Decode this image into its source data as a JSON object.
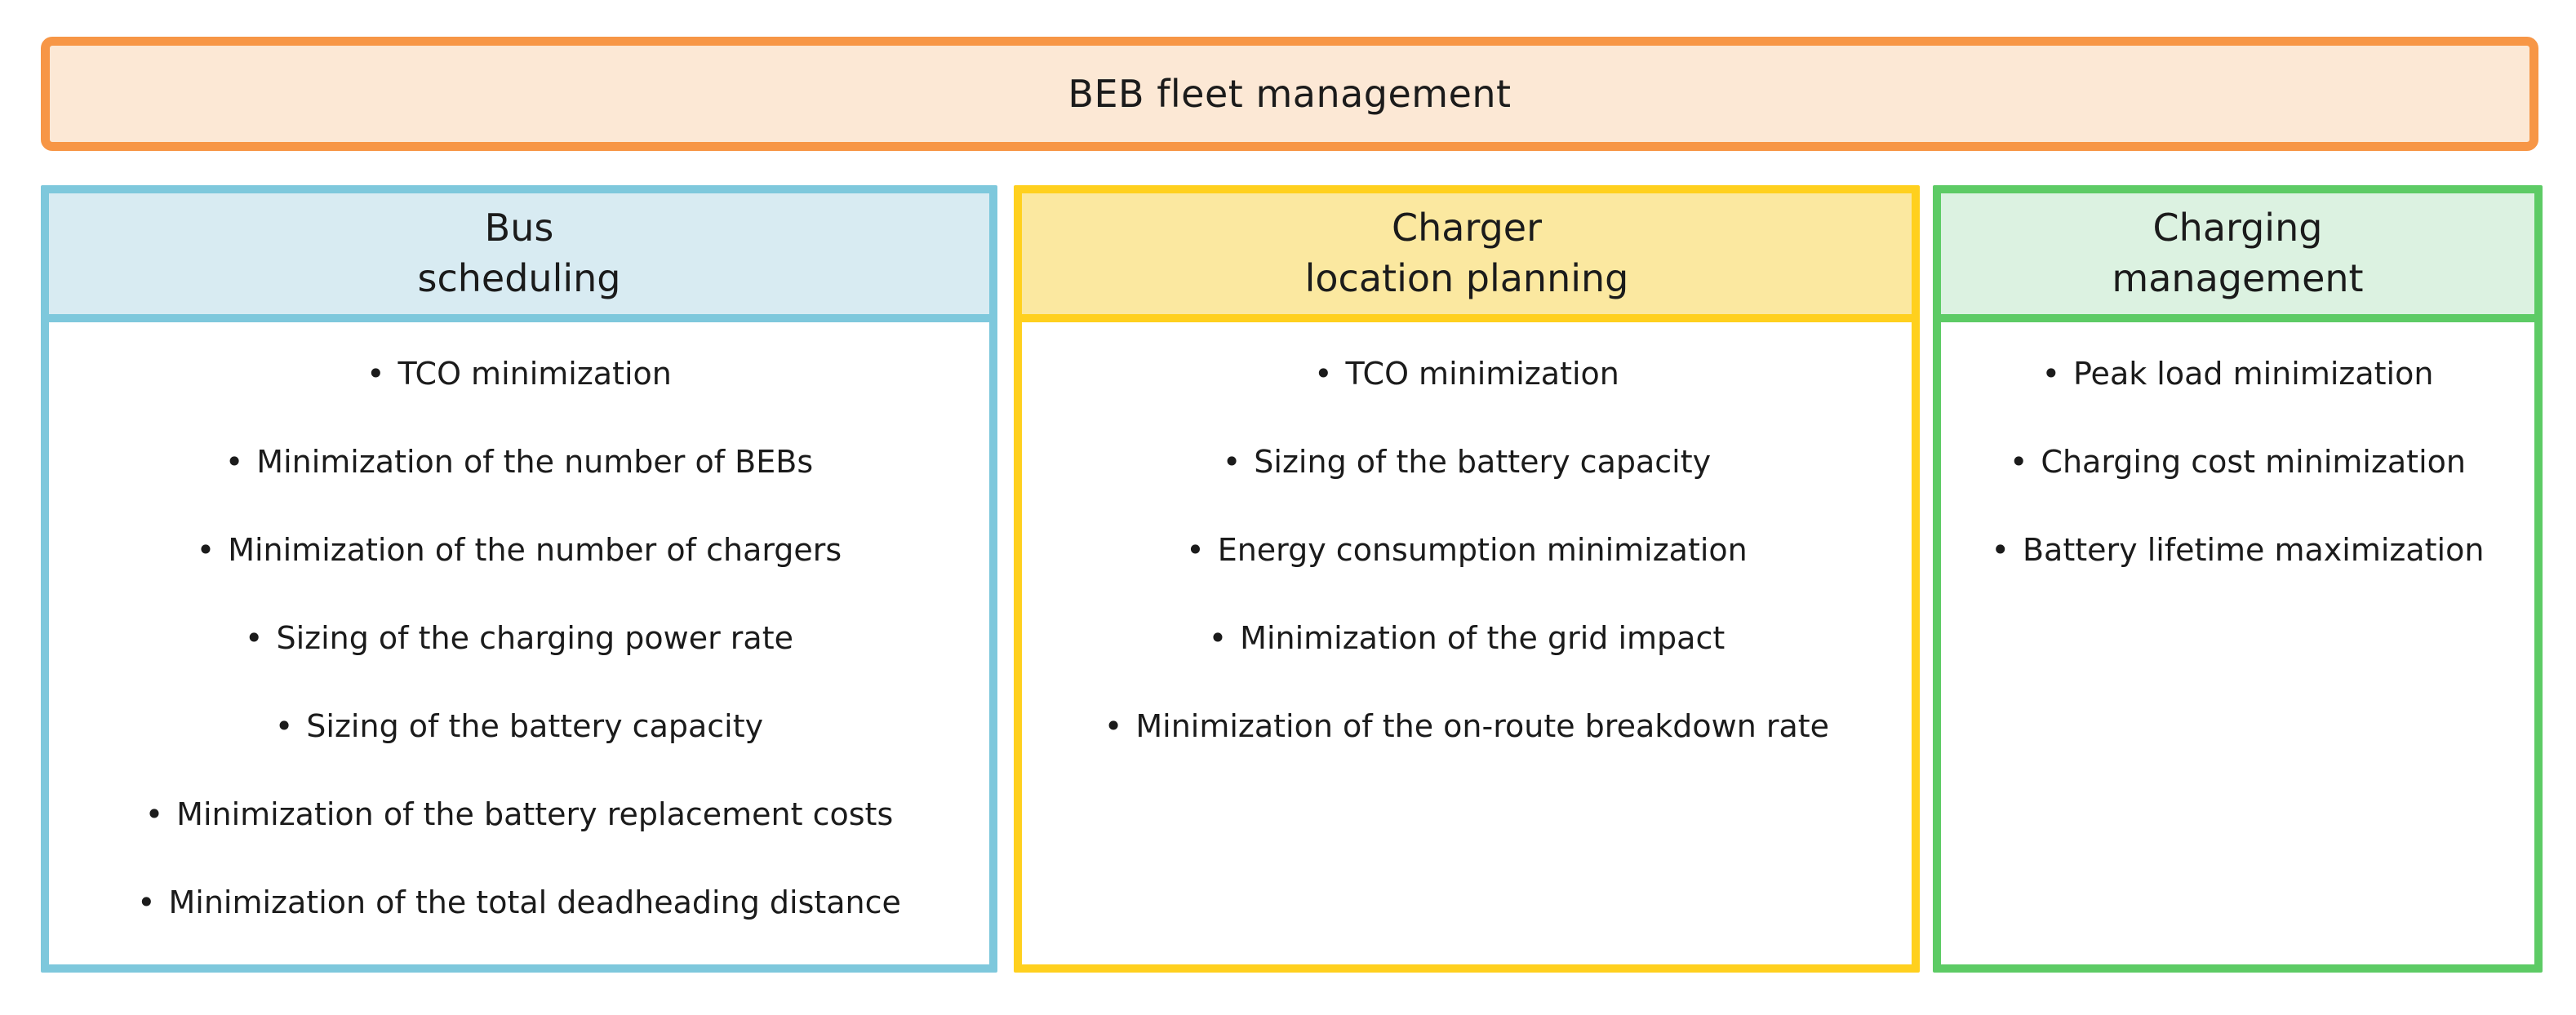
{
  "bullet_char": "•",
  "banner": {
    "title": "BEB fleet management",
    "border_color": "#F79646",
    "fill_color": "#FCE8D5"
  },
  "text_color": "#1B1B1B",
  "background_color": "#FFFFFF",
  "columns": [
    {
      "title_line1": "Bus",
      "title_line2": "scheduling",
      "border_color": "#7EC8DC",
      "fill_color": "#D8EBF2",
      "items": [
        "TCO minimization",
        "Minimization of the number of BEBs",
        "Minimization of the number of chargers",
        "Sizing of the charging power rate",
        "Sizing of the battery capacity",
        "Minimization of the battery replacement costs",
        "Minimization of the total deadheading distance"
      ]
    },
    {
      "title_line1": "Charger",
      "title_line2": "location planning",
      "border_color": "#FFD01E",
      "fill_color": "#FBE8A0",
      "items": [
        "TCO minimization",
        "Sizing of the battery capacity",
        "Energy consumption minimization",
        "Minimization of the grid impact",
        "Minimization of the on-route breakdown rate"
      ]
    },
    {
      "title_line1": "Charging",
      "title_line2": "management",
      "border_color": "#5DCB65",
      "fill_color": "#DCF2E1",
      "items": [
        "Peak load minimization",
        "Charging cost minimization",
        "Battery lifetime maximization"
      ]
    }
  ]
}
